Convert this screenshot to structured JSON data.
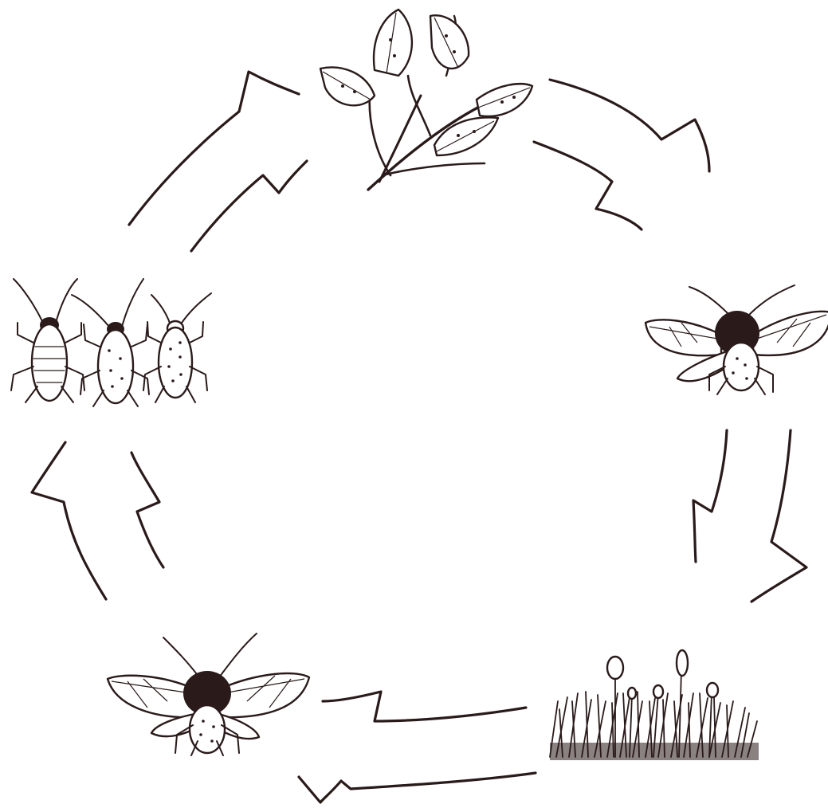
{
  "diagram": {
    "type": "life-cycle",
    "stages": [
      {
        "id": "host-plant",
        "icon": "leafy-branch-icon"
      },
      {
        "id": "winged-adult-right",
        "icon": "winged-aphid-icon"
      },
      {
        "id": "grass",
        "icon": "grass-icon"
      },
      {
        "id": "winged-adult-left",
        "icon": "winged-aphid-icon"
      },
      {
        "id": "wingless-nymphs",
        "icon": "wingless-aphids-icon"
      }
    ],
    "arrow_direction": "clockwise",
    "colors": {
      "ink": "#2a1a1a",
      "background": "#ffffff"
    }
  }
}
